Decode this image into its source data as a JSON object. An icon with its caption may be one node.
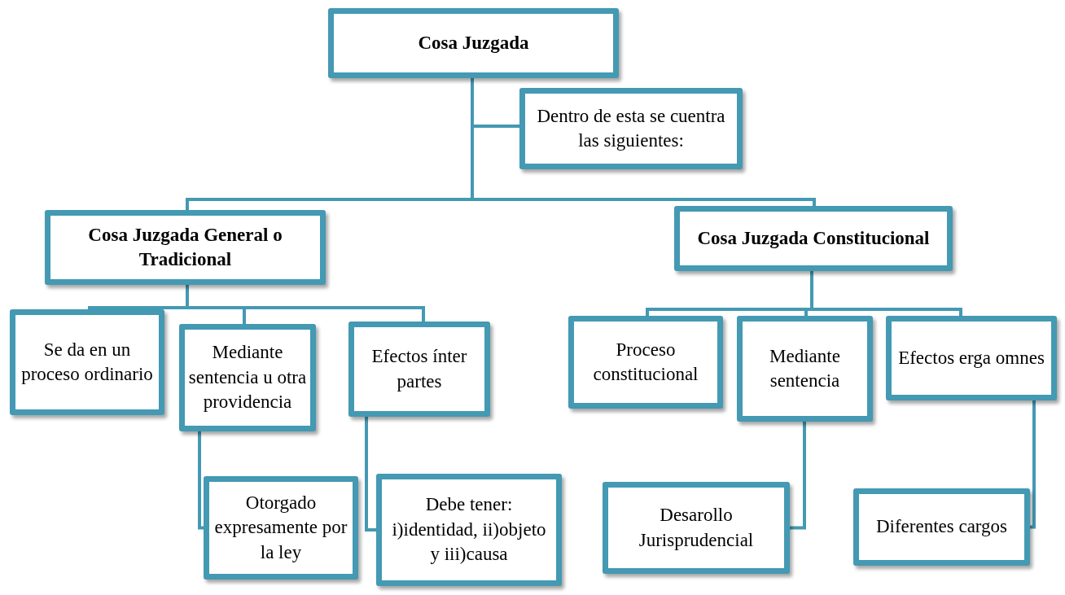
{
  "diagram": {
    "nodes": [
      {
        "text": [
          "Cosa Juzgada"
        ]
      },
      {
        "text": [
          "Dentro de esta se cuentra las siguientes:"
        ]
      },
      {
        "text": [
          "Cosa Juzgada General o Tradicional"
        ]
      },
      {
        "text": [
          "Cosa Juzgada Constitucional"
        ]
      },
      {
        "text": [
          "Se da en un proceso ordinario"
        ]
      },
      {
        "text": [
          "Mediante sentencia u otra providencia"
        ]
      },
      {
        "text": [
          "Efectos ínter partes"
        ]
      },
      {
        "text": [
          "Proceso constitucional"
        ]
      },
      {
        "text": [
          "Mediante sentencia"
        ]
      },
      {
        "text": [
          "Efectos erga omnes"
        ]
      },
      {
        "text": [
          "Otorgado expresamente por la ley"
        ]
      },
      {
        "text": [
          "Debe tener: i)identidad, ii)objeto y iii)causa"
        ]
      },
      {
        "text": [
          "Desarollo Jurisprudencial"
        ]
      },
      {
        "text": [
          "Diferentes cargos"
        ]
      }
    ],
    "edges": [
      {
        "from": 0,
        "to": 1,
        "arrow": "none"
      },
      {
        "from": 0,
        "to": 2,
        "arrow": "none"
      },
      {
        "from": 0,
        "to": 3,
        "arrow": "none"
      },
      {
        "from": 2,
        "to": 4,
        "arrow": "none"
      },
      {
        "from": 2,
        "to": 5,
        "arrow": "none"
      },
      {
        "from": 2,
        "to": 6,
        "arrow": "none"
      },
      {
        "from": 3,
        "to": 7,
        "arrow": "none"
      },
      {
        "from": 3,
        "to": 8,
        "arrow": "none"
      },
      {
        "from": 3,
        "to": 9,
        "arrow": "none"
      },
      {
        "from": 5,
        "to": 10,
        "arrow": "none"
      },
      {
        "from": 6,
        "to": 11,
        "arrow": "none"
      },
      {
        "from": 8,
        "to": 12,
        "arrow": "none"
      },
      {
        "from": 9,
        "to": 13,
        "arrow": "none"
      }
    ]
  }
}
